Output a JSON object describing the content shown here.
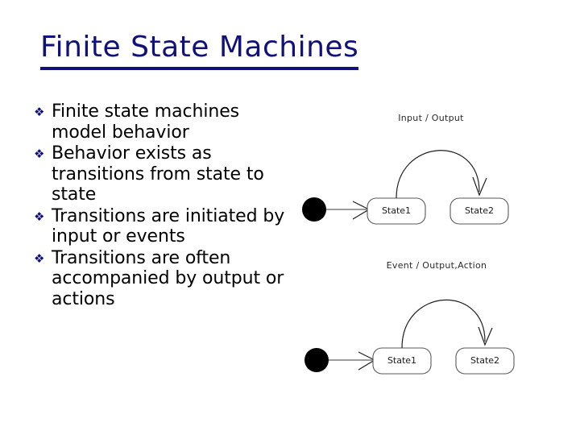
{
  "slide": {
    "title": "Finite State Machines",
    "title_color": "#11117a",
    "background_color": "#ffffff",
    "body_text_color": "#000000"
  },
  "bullets": {
    "marker_glyph": "❖",
    "items": [
      {
        "text": "Finite state machines model behavior"
      },
      {
        "text": "Behavior exists as transitions from state to state"
      },
      {
        "text": "Transitions are initiated by input or events"
      },
      {
        "text": "Transitions are often accompanied by output or actions"
      }
    ]
  },
  "diagrams": [
    {
      "name": "mealy-input-output",
      "transition_label": "Input / Output",
      "start_marker": "filled-circle",
      "states": [
        {
          "label": "State1"
        },
        {
          "label": "State2"
        }
      ]
    },
    {
      "name": "mealy-event-output-action",
      "transition_label": "Event / Output,Action",
      "start_marker": "filled-circle",
      "states": [
        {
          "label": "State1"
        },
        {
          "label": "State2"
        }
      ]
    }
  ]
}
